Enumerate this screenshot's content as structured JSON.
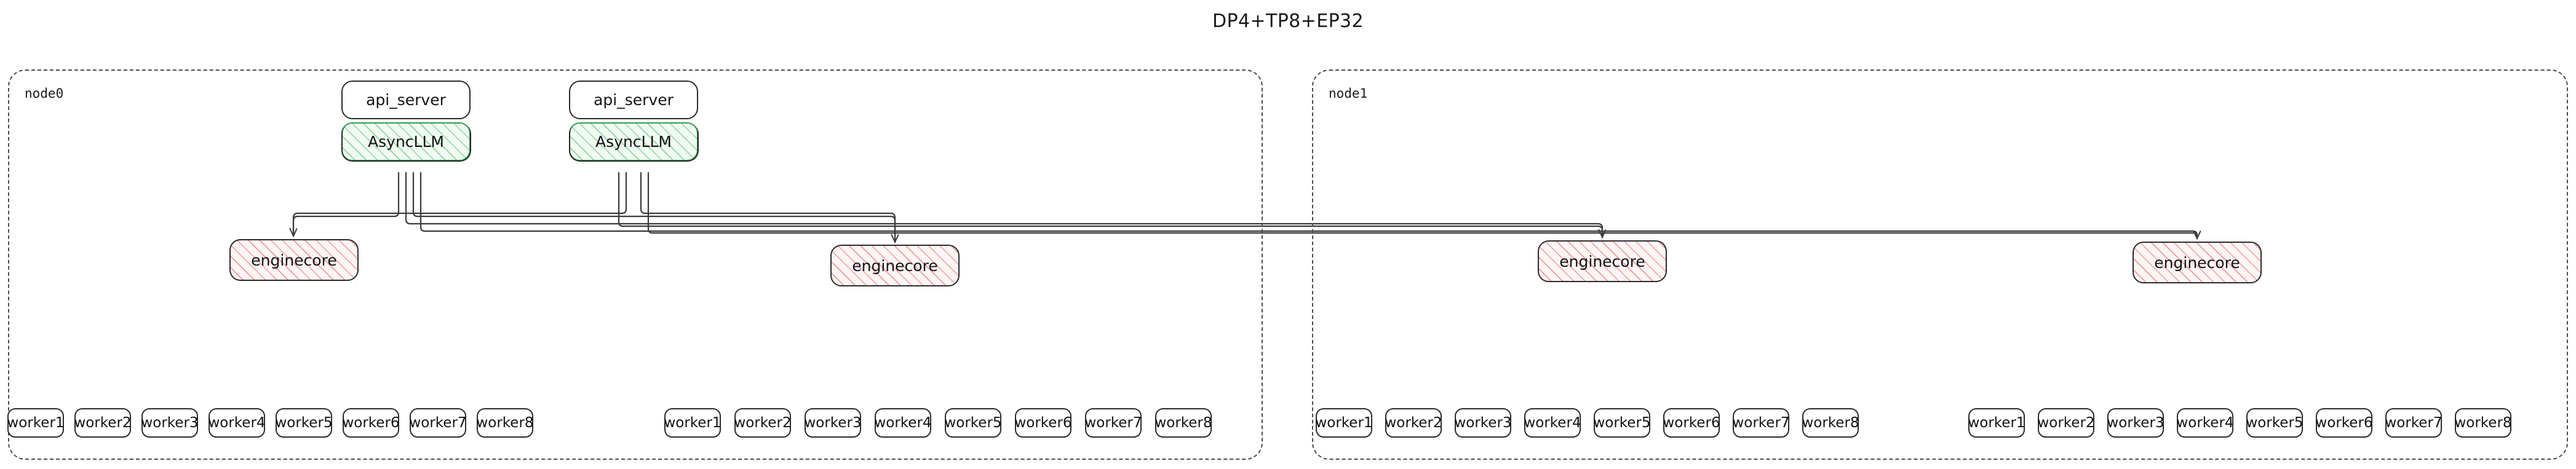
{
  "title": "DP4+TP8+EP32",
  "colors": {
    "cluster_border": "#4d4d4d",
    "box_border": "#2b2b2b",
    "asyncllm_border": "#2f9e49",
    "asyncllm_fill": "#f0fbf2",
    "enginecore_fill": "#fdf4f4",
    "enginecore_hatch": "#e27878",
    "edge": "#3a3a3a",
    "background": "#ffffff"
  },
  "labels": {
    "api_server": "api_server",
    "async_llm": "AsyncLLM",
    "enginecore": "enginecore"
  },
  "clusters": [
    {
      "id": "node0",
      "label": "node0",
      "frontends": [
        {
          "api_server": "api_server",
          "async_llm": "AsyncLLM"
        },
        {
          "api_server": "api_server",
          "async_llm": "AsyncLLM"
        }
      ],
      "engines": [
        {
          "label": "enginecore"
        },
        {
          "label": "enginecore"
        }
      ],
      "worker_groups": [
        {
          "workers": [
            "worker1",
            "worker2",
            "worker3",
            "worker4",
            "worker5",
            "worker6",
            "worker7",
            "worker8"
          ]
        },
        {
          "workers": [
            "worker1",
            "worker2",
            "worker3",
            "worker4",
            "worker5",
            "worker6",
            "worker7",
            "worker8"
          ]
        }
      ]
    },
    {
      "id": "node1",
      "label": "node1",
      "frontends": [],
      "engines": [
        {
          "label": "enginecore"
        },
        {
          "label": "enginecore"
        }
      ],
      "worker_groups": [
        {
          "workers": [
            "worker1",
            "worker2",
            "worker3",
            "worker4",
            "worker5",
            "worker6",
            "worker7",
            "worker8"
          ]
        },
        {
          "workers": [
            "worker1",
            "worker2",
            "worker3",
            "worker4",
            "worker5",
            "worker6",
            "worker7",
            "worker8"
          ]
        }
      ]
    }
  ]
}
